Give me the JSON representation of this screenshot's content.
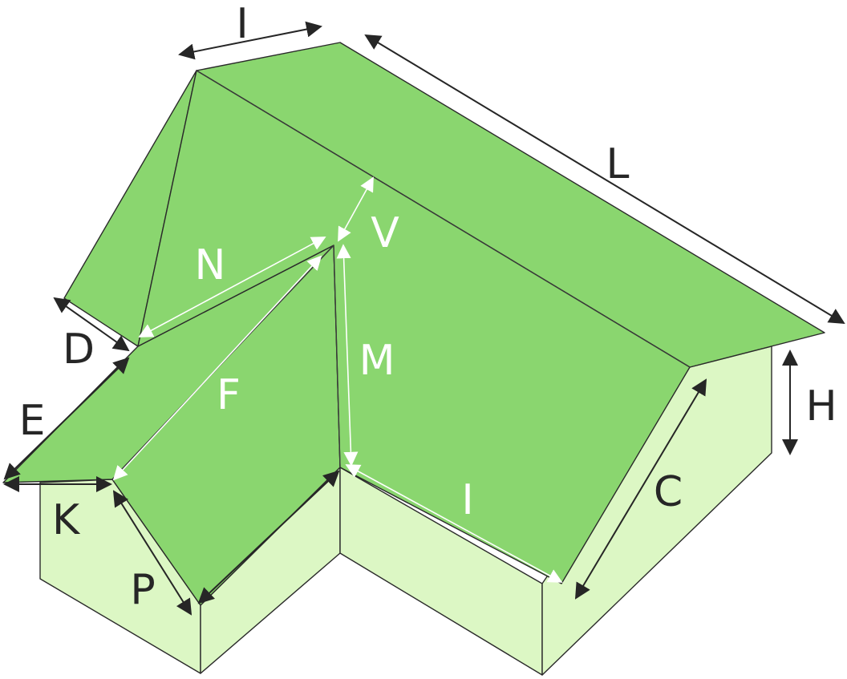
{
  "colors": {
    "roof": "#8ad66f",
    "wall": "#dcf7c4",
    "outline": "#2a2a2a",
    "dark_label": "#262626",
    "light_label": "#ffffff"
  },
  "labels": {
    "I_top": "I",
    "L": "L",
    "V": "V",
    "N": "N",
    "D": "D",
    "M": "M",
    "F": "F",
    "E": "E",
    "K": "K",
    "I_valley": "I",
    "P": "P",
    "C": "C",
    "H": "H"
  }
}
